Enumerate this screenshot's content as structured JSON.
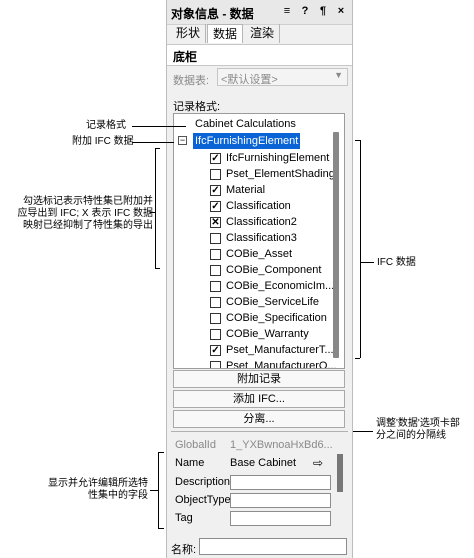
{
  "panel": {
    "title": "对象信息 - 数据",
    "title_buttons": [
      "≡",
      "?",
      "¶",
      "×"
    ],
    "tabs": [
      {
        "label": "形状",
        "active": false
      },
      {
        "label": "数据",
        "active": true
      },
      {
        "label": "渲染",
        "active": false
      }
    ],
    "object_name": "底柜",
    "record_set_label": "数据表:",
    "record_set_value": "<默认设置>",
    "record_format_label": "记录格式:",
    "tree": {
      "root_label": "Cabinet Calculations",
      "selected_label": "IfcFurnishingElement",
      "items": [
        {
          "label": "IfcFurnishingElement",
          "state": "checked"
        },
        {
          "label": "Pset_ElementShading",
          "state": "unchecked"
        },
        {
          "label": "Material",
          "state": "checked"
        },
        {
          "label": "Classification",
          "state": "checked"
        },
        {
          "label": "Classification2",
          "state": "x"
        },
        {
          "label": "Classification3",
          "state": "unchecked"
        },
        {
          "label": "COBie_Asset",
          "state": "unchecked"
        },
        {
          "label": "COBie_Component",
          "state": "unchecked"
        },
        {
          "label": "COBie_EconomicIm...",
          "state": "unchecked"
        },
        {
          "label": "COBie_ServiceLife",
          "state": "unchecked"
        },
        {
          "label": "COBie_Specification",
          "state": "unchecked"
        },
        {
          "label": "COBie_Warranty",
          "state": "unchecked"
        },
        {
          "label": "Pset_ManufacturerT...",
          "state": "checked"
        },
        {
          "label": "Pset_ManufacturerO...",
          "state": "unchecked"
        }
      ]
    },
    "buttons": {
      "attach": "附加记录",
      "add_ifc": "添加 IFC...",
      "detach": "分离..."
    },
    "fields": {
      "globalid_label": "GlobalId",
      "globalid_value": "1_YXBwnoaHxBd6...",
      "name_label": "Name",
      "name_value": "Base Cabinet",
      "description_label": "Description",
      "objecttype_label": "ObjectType",
      "tag_label": "Tag"
    },
    "footer_name_label": "名称:"
  },
  "annotations": {
    "record_format": "记录格式",
    "attach_ifc": "附加 IFC 数据",
    "checkbox_note_1": "勾选标记表示特性集已附加并",
    "checkbox_note_2": "应导出到 IFC; X 表示 IFC 数据",
    "checkbox_note_3": "映射已经抑制了特性集的导出",
    "ifc_data": "IFC 数据",
    "divider_note_1": "调整'数据'选项卡部",
    "divider_note_2": "分之间的分隔线",
    "fields_note_1": "显示并允许编辑所选特",
    "fields_note_2": "性集中的字段"
  }
}
